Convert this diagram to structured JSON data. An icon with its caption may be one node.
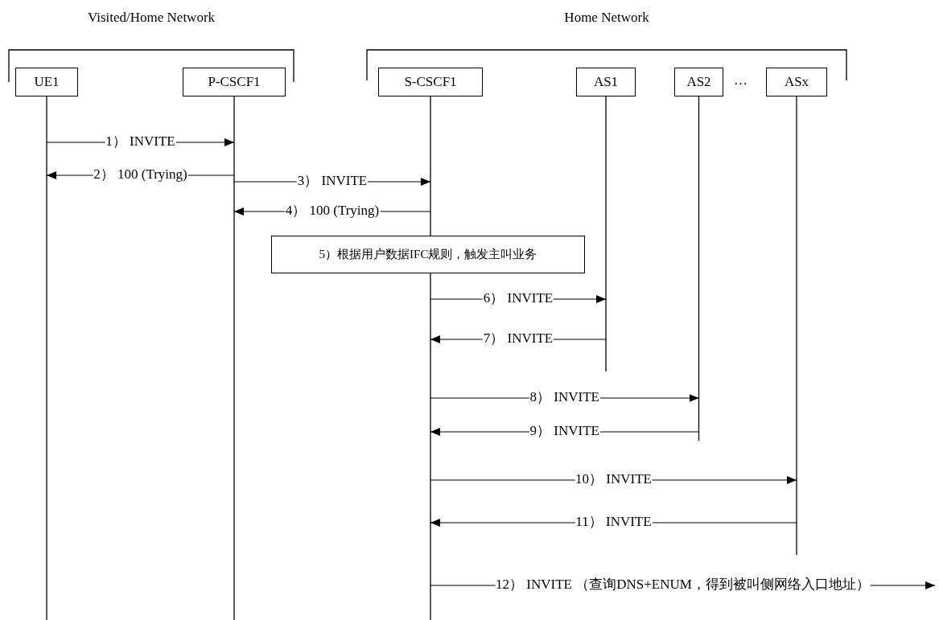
{
  "diagram": {
    "nodes": [
      {
        "text": [
          "Visited/Home Network"
        ]
      },
      {
        "text": [
          "UE1"
        ],
        "in": 0
      },
      {
        "text": [
          "P-CSCF1"
        ],
        "in": 0
      },
      {
        "text": [
          "Home Network"
        ]
      },
      {
        "text": [
          "S-CSCF1"
        ],
        "in": 3
      },
      {
        "text": [
          "AS1"
        ],
        "in": 3
      },
      {
        "text": [
          "AS2"
        ],
        "in": 3
      },
      {
        "text": [
          "ASx"
        ],
        "in": 3
      },
      {
        "text": [
          "5）根据用户数据IFC规则，触发主叫业务"
        ]
      }
    ],
    "edges": [
      {
        "from": 1,
        "to": 2,
        "arrow": "to",
        "label": "1） INVITE"
      },
      {
        "from": 2,
        "to": 1,
        "arrow": "to",
        "label": "2） 100 (Trying)"
      },
      {
        "from": 2,
        "to": 4,
        "arrow": "to",
        "label": "3） INVITE"
      },
      {
        "from": 4,
        "to": 2,
        "arrow": "to",
        "label": "4） 100 (Trying)"
      },
      {
        "from": 4,
        "to": 5,
        "arrow": "to",
        "label": "6） INVITE"
      },
      {
        "from": 5,
        "to": 4,
        "arrow": "to",
        "label": "7） INVITE"
      },
      {
        "from": 4,
        "to": 6,
        "arrow": "to",
        "label": "8） INVITE"
      },
      {
        "from": 6,
        "to": 4,
        "arrow": "to",
        "label": "9） INVITE"
      },
      {
        "from": 4,
        "to": 7,
        "arrow": "to",
        "label": "10） INVITE"
      },
      {
        "from": 7,
        "to": 4,
        "arrow": "to",
        "label": "11） INVITE"
      },
      {
        "from": 4,
        "to": null,
        "arrow": "to",
        "label": "12） INVITE （查询DNS+ENUM，得到被叫侧网络入口地址）"
      }
    ],
    "labels": [
      "…"
    ]
  }
}
